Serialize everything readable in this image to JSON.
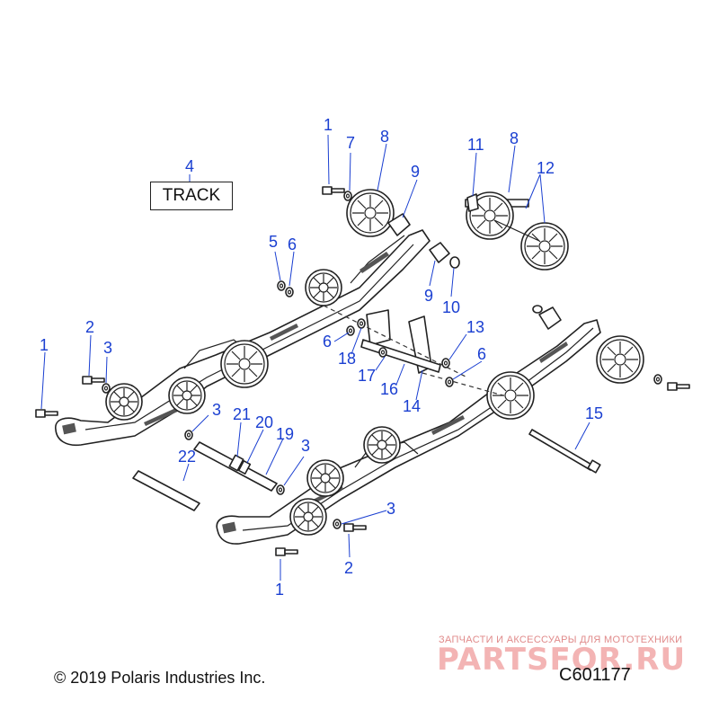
{
  "diagram": {
    "track_label": "TRACK",
    "copyright": "© 2019 Polaris Industries Inc.",
    "diagram_code": "C601177",
    "watermark": {
      "tagline": "ЗАПЧАСТИ И АКСЕССУАРЫ ДЛЯ МОТОТЕХНИКИ",
      "brand": "PARTSFOR.RU"
    },
    "callouts": [
      {
        "id": "c1a",
        "text": "1"
      },
      {
        "id": "c7",
        "text": "7"
      },
      {
        "id": "c8a",
        "text": "8"
      },
      {
        "id": "c11",
        "text": "11"
      },
      {
        "id": "c8b",
        "text": "8"
      },
      {
        "id": "c4",
        "text": "4"
      },
      {
        "id": "c9a",
        "text": "9"
      },
      {
        "id": "c12",
        "text": "12"
      },
      {
        "id": "c5",
        "text": "5"
      },
      {
        "id": "c6a",
        "text": "6"
      },
      {
        "id": "c9b",
        "text": "9"
      },
      {
        "id": "c10",
        "text": "10"
      },
      {
        "id": "c2a",
        "text": "2"
      },
      {
        "id": "c1b",
        "text": "1"
      },
      {
        "id": "c3a",
        "text": "3"
      },
      {
        "id": "c6b",
        "text": "6"
      },
      {
        "id": "c13",
        "text": "13"
      },
      {
        "id": "c18",
        "text": "18"
      },
      {
        "id": "c6c",
        "text": "6"
      },
      {
        "id": "c17",
        "text": "17"
      },
      {
        "id": "c16",
        "text": "16"
      },
      {
        "id": "c14",
        "text": "14"
      },
      {
        "id": "c3b",
        "text": "3"
      },
      {
        "id": "c21",
        "text": "21"
      },
      {
        "id": "c20",
        "text": "20"
      },
      {
        "id": "c19",
        "text": "19"
      },
      {
        "id": "c15",
        "text": "15"
      },
      {
        "id": "c3c",
        "text": "3"
      },
      {
        "id": "c22",
        "text": "22"
      },
      {
        "id": "c3d",
        "text": "3"
      },
      {
        "id": "c2b",
        "text": "2"
      },
      {
        "id": "c1c",
        "text": "1"
      }
    ]
  }
}
